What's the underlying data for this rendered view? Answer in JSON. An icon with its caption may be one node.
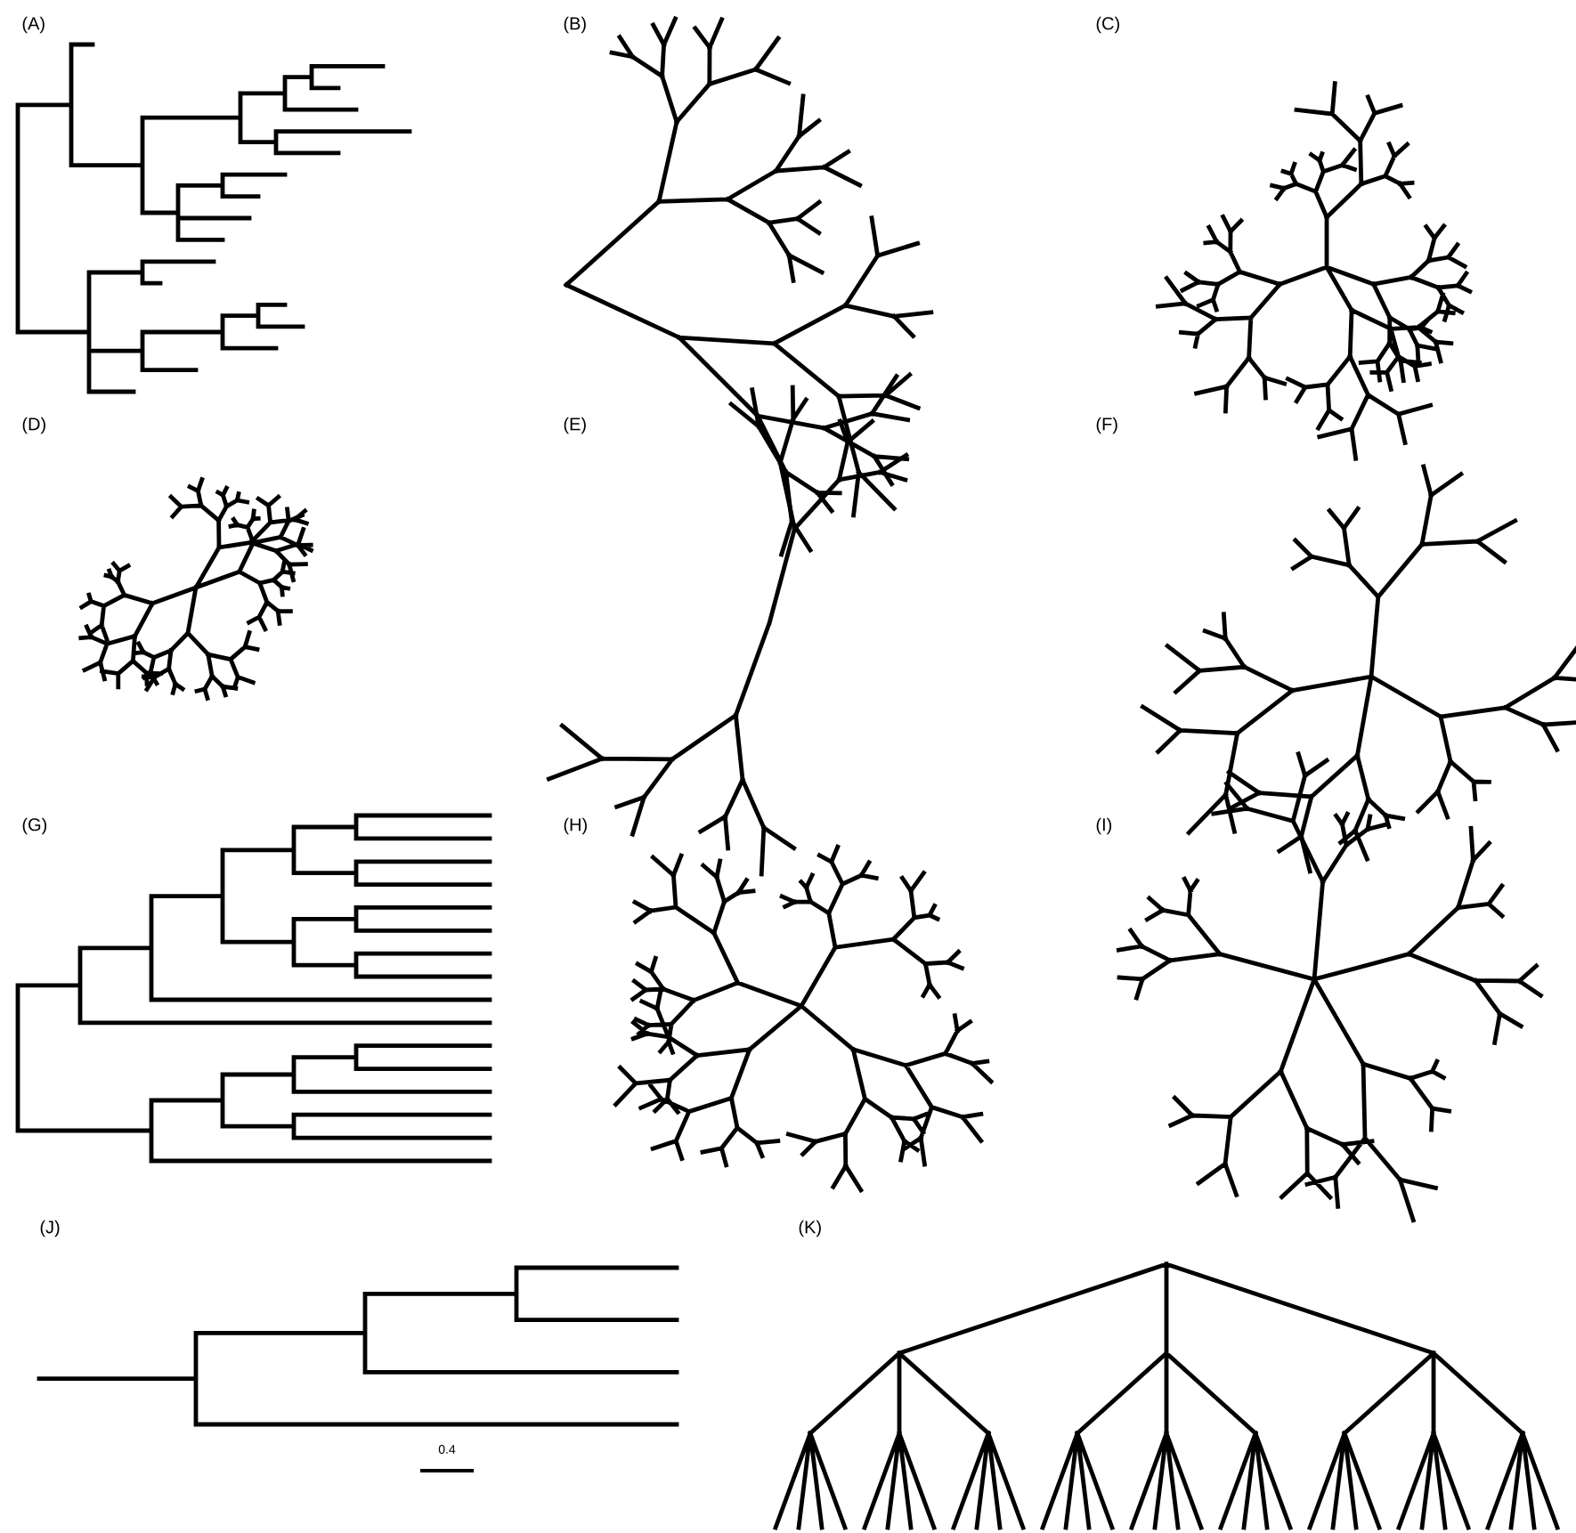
{
  "diagram": {
    "labels": [
      "(A)",
      "(B)",
      "(C)",
      "(D)",
      "(E)",
      "(F)",
      "(G)",
      "(H)",
      "(I)",
      "(J)",
      "(K)",
      "0.4"
    ]
  }
}
